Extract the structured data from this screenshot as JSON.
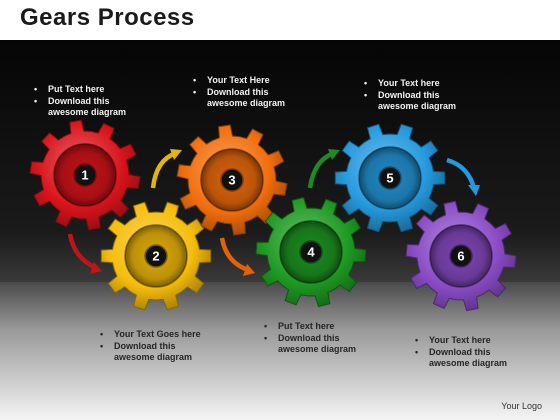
{
  "title": "Gears Process",
  "logo": "Your Logo",
  "colors": {
    "red": "#d9141b",
    "yellow": "#f6bd0b",
    "orange": "#f26e0c",
    "green": "#1e9a22",
    "blue": "#2599dd",
    "purple": "#8a4bc6"
  },
  "gears": [
    {
      "label": "1",
      "color": "red"
    },
    {
      "label": "2",
      "color": "yellow"
    },
    {
      "label": "3",
      "color": "orange"
    },
    {
      "label": "4",
      "color": "green"
    },
    {
      "label": "5",
      "color": "blue"
    },
    {
      "label": "6",
      "color": "purple"
    }
  ],
  "texts": {
    "box1": [
      "Put Text here",
      "Download this awesome diagram"
    ],
    "box3": [
      "Your Text Here",
      "Download this awesome diagram"
    ],
    "box5": [
      "Your Text here",
      "Download this awesome diagram"
    ],
    "box2": [
      "Your Text Goes here",
      "Download this awesome diagram"
    ],
    "box4": [
      "Put Text here",
      "Download this awesome diagram"
    ],
    "box6": [
      "Your Text here",
      "Download this awesome diagram"
    ]
  }
}
